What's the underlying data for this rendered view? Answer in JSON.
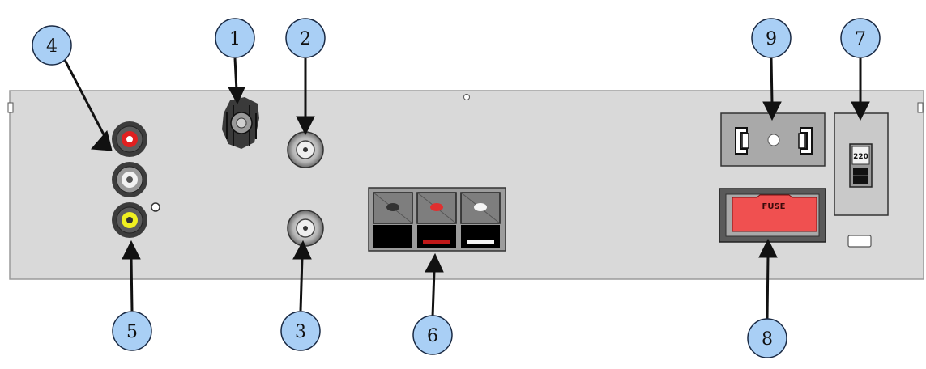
{
  "callouts": [
    {
      "id": "1",
      "label": "1"
    },
    {
      "id": "2",
      "label": "2"
    },
    {
      "id": "3",
      "label": "3"
    },
    {
      "id": "4",
      "label": "4"
    },
    {
      "id": "5",
      "label": "5"
    },
    {
      "id": "6",
      "label": "6"
    },
    {
      "id": "7",
      "label": "7"
    },
    {
      "id": "8",
      "label": "8"
    },
    {
      "id": "9",
      "label": "9"
    }
  ],
  "fuse_label": "FUSE",
  "voltage_label": "220",
  "colors": {
    "panel": "#d9d9d9",
    "callout_fill": "#a9cff5",
    "rca_red": "#e02020",
    "rca_white": "#f2f2f2",
    "rca_yellow": "#f0f020",
    "fuse_red": "#f05050"
  }
}
